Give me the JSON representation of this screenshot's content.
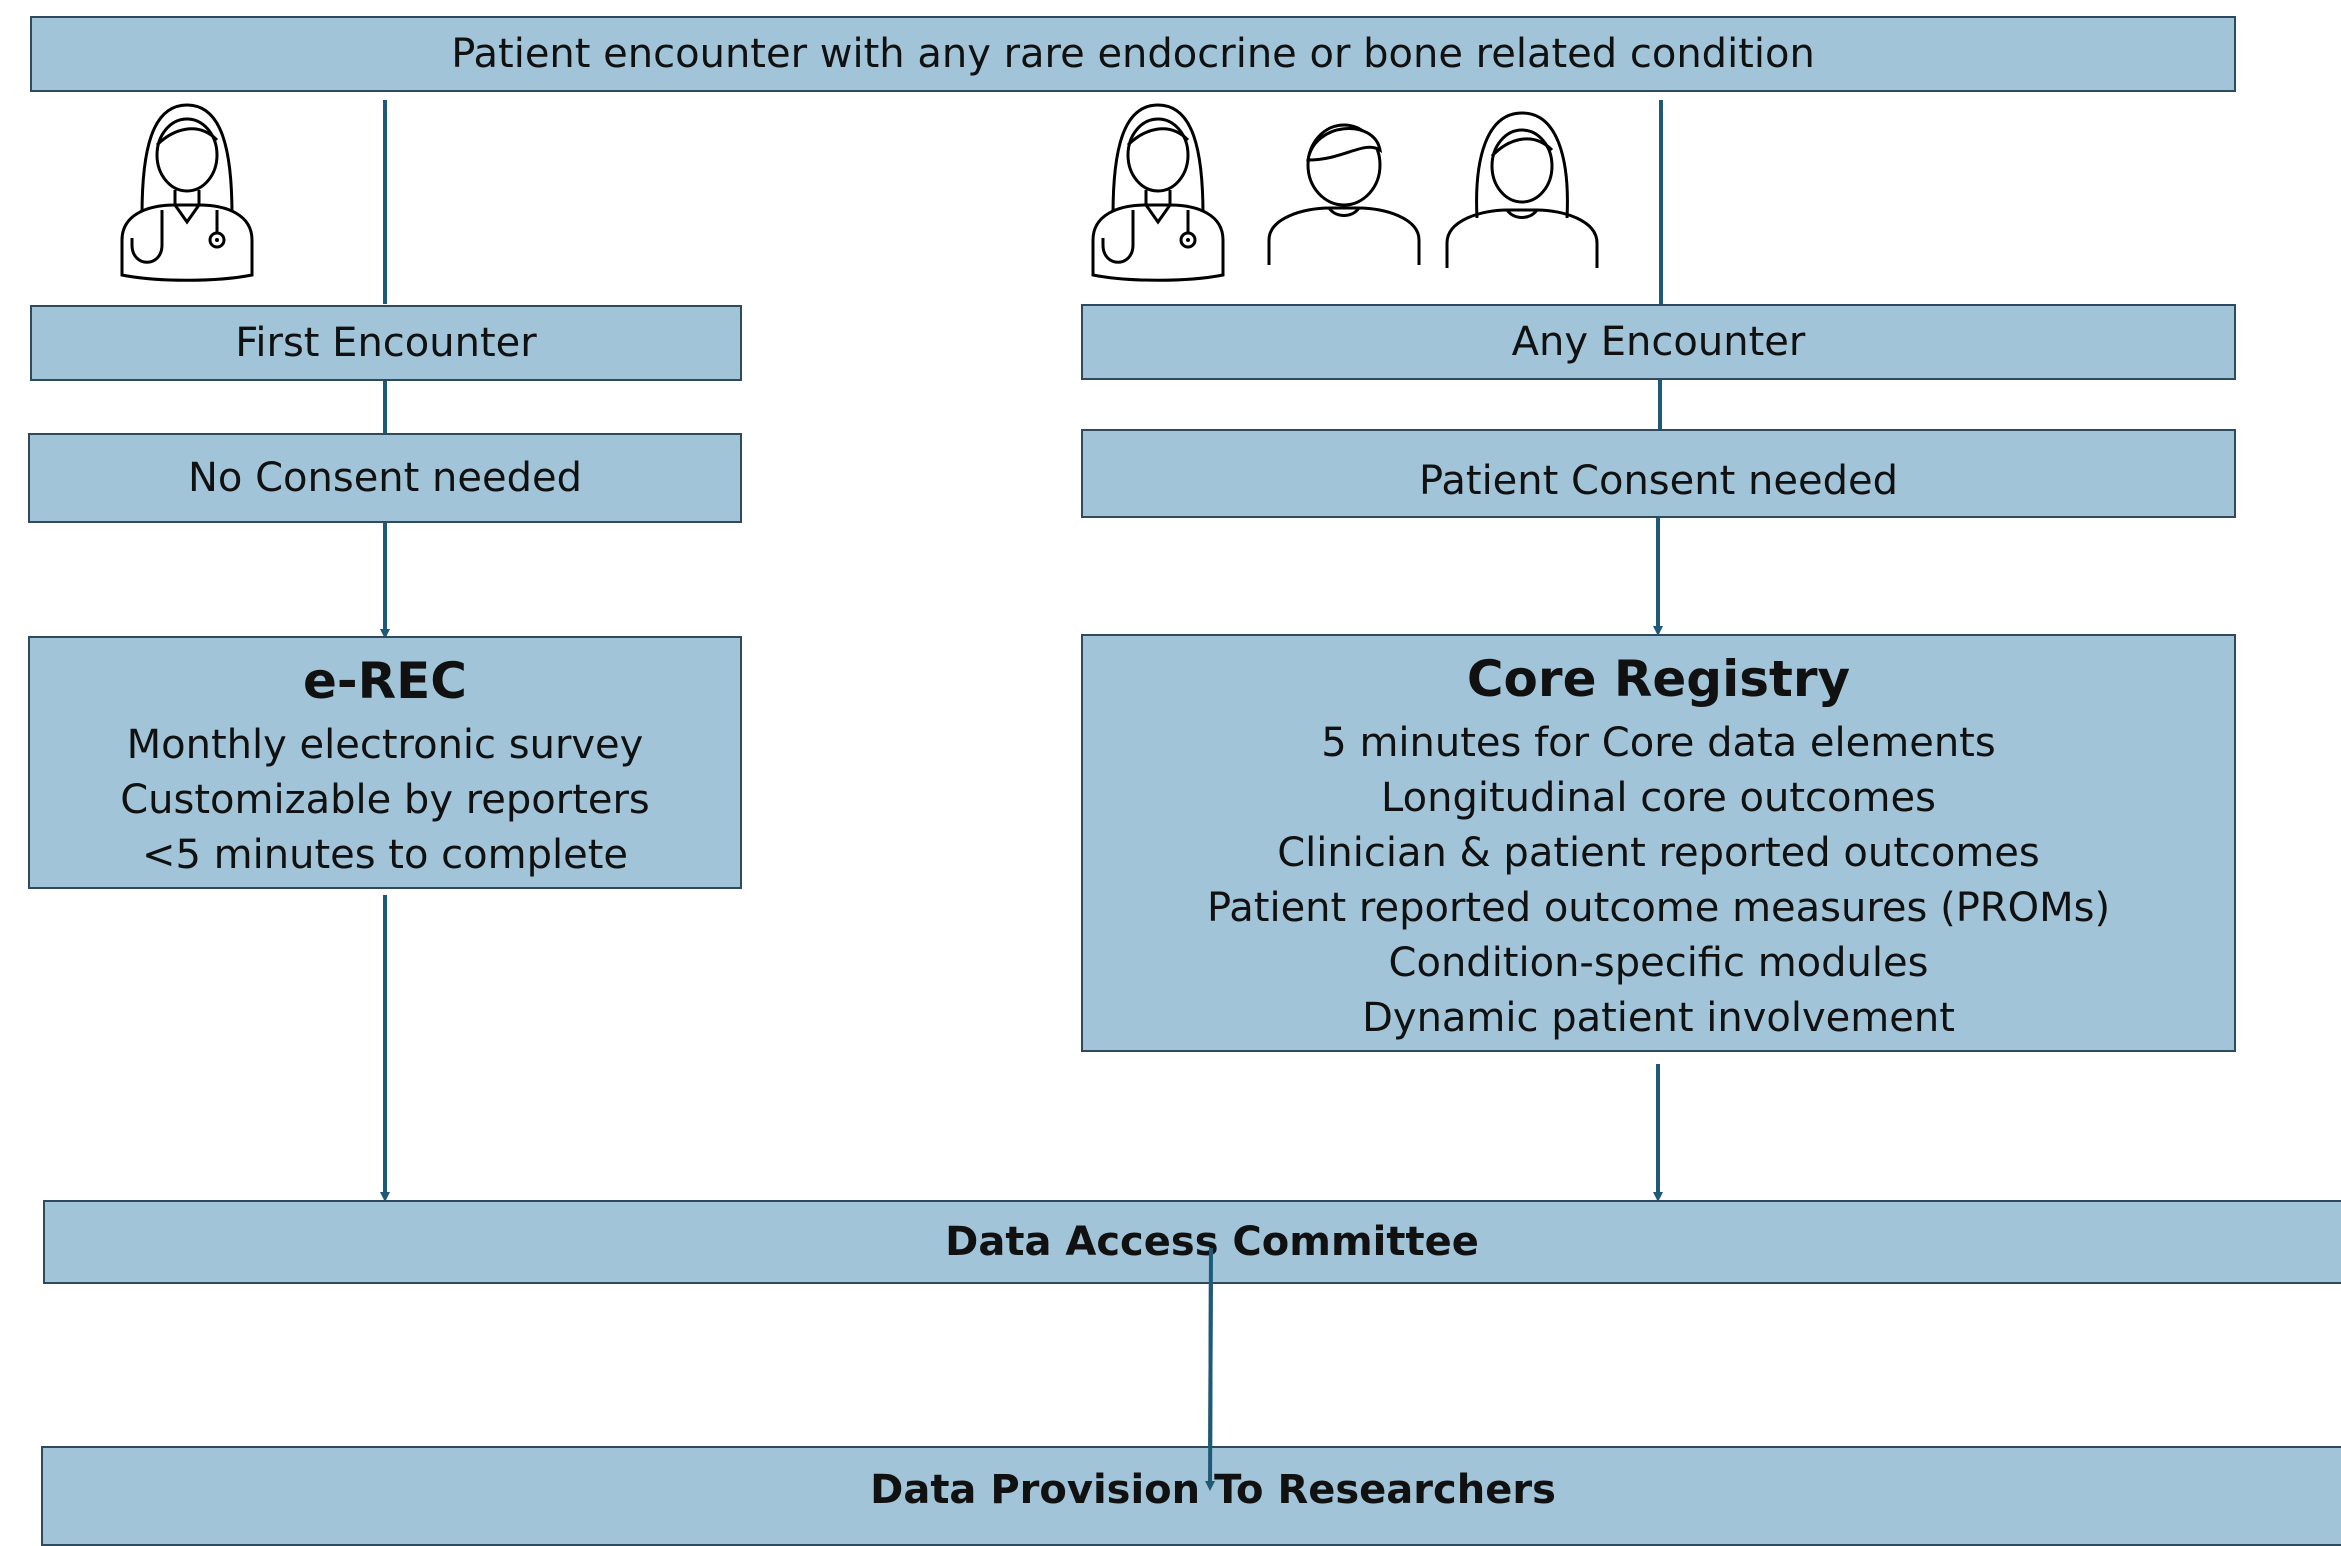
{
  "top": {
    "label": "Patient encounter with any rare endocrine or bone related condition"
  },
  "left": {
    "encounter": "First Encounter",
    "consent": "No  Consent needed",
    "registry": {
      "title": "e-REC",
      "lines": [
        "Monthly electronic survey",
        "Customizable by reporters",
        "<5 minutes to complete"
      ]
    }
  },
  "right": {
    "encounter": "Any Encounter",
    "consent": "Patient Consent needed",
    "registry": {
      "title": "Core Registry",
      "lines": [
        "5 minutes for Core data elements",
        "Longitudinal core outcomes",
        "Clinician & patient reported outcomes",
        "Patient reported outcome measures (PROMs)",
        "Condition-specific modules",
        "Dynamic patient involvement"
      ]
    }
  },
  "committee": "Data Access Committee",
  "provision": "Data Provision To Researchers",
  "icons": {
    "left": [
      "doctor-icon"
    ],
    "right": [
      "doctor-icon",
      "male-person-icon",
      "female-person-icon"
    ]
  },
  "colors": {
    "box_fill": "#a2c4d8",
    "box_border": "#2f4a5c",
    "connector": "#1e5a78"
  }
}
